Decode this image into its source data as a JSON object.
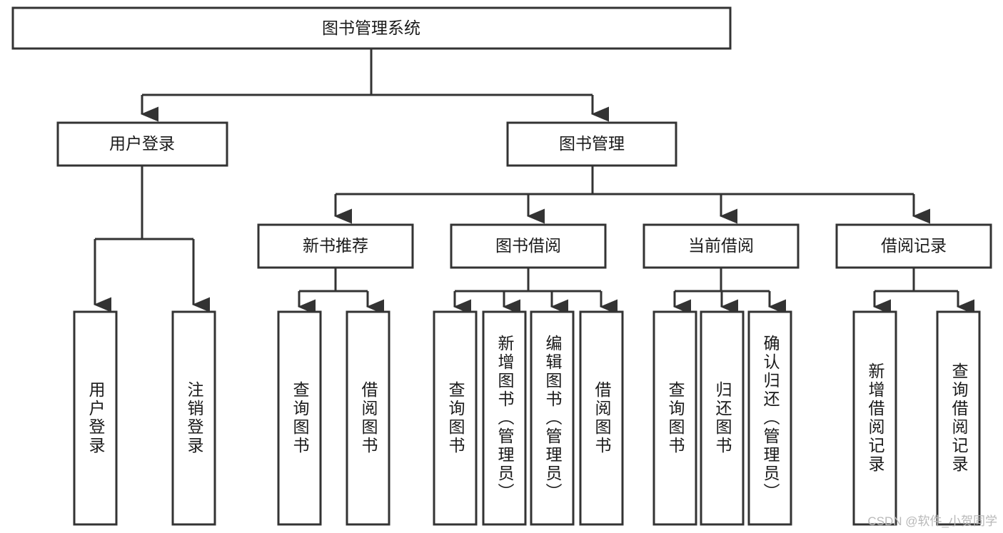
{
  "diagram": {
    "type": "tree-hierarchy",
    "title": "图书管理系统",
    "orientation": "top-down",
    "watermark": "CSDN @软件_小贺同学",
    "colors": {
      "box_fill": "#ffffff",
      "box_stroke": "#333333",
      "text": "#1a1a1a",
      "watermark": "#b8b8b8",
      "background": "#ffffff"
    },
    "levels": {
      "root": {
        "label": "图书管理系统"
      },
      "level2": [
        {
          "label": "用户登录"
        },
        {
          "label": "图书管理"
        }
      ],
      "level3": [
        {
          "label": "新书推荐"
        },
        {
          "label": "图书借阅"
        },
        {
          "label": "当前借阅"
        },
        {
          "label": "借阅记录"
        }
      ]
    },
    "leaves": {
      "user_login": [
        {
          "label": "用户登录"
        },
        {
          "label": "注销登录"
        }
      ],
      "new_book_recommend": [
        {
          "label": "查询图书"
        },
        {
          "label": "借阅图书"
        }
      ],
      "book_borrow": [
        {
          "label": "查询图书"
        },
        {
          "label": "新增图书（管理员）"
        },
        {
          "label": "编辑图书（管理员）"
        },
        {
          "label": "借阅图书"
        }
      ],
      "current_borrow": [
        {
          "label": "查询图书"
        },
        {
          "label": "归还图书"
        },
        {
          "label": "确认归还（管理员）"
        }
      ],
      "borrow_record": [
        {
          "label": "新增借阅记录"
        },
        {
          "label": "查询借阅记录"
        }
      ]
    }
  }
}
